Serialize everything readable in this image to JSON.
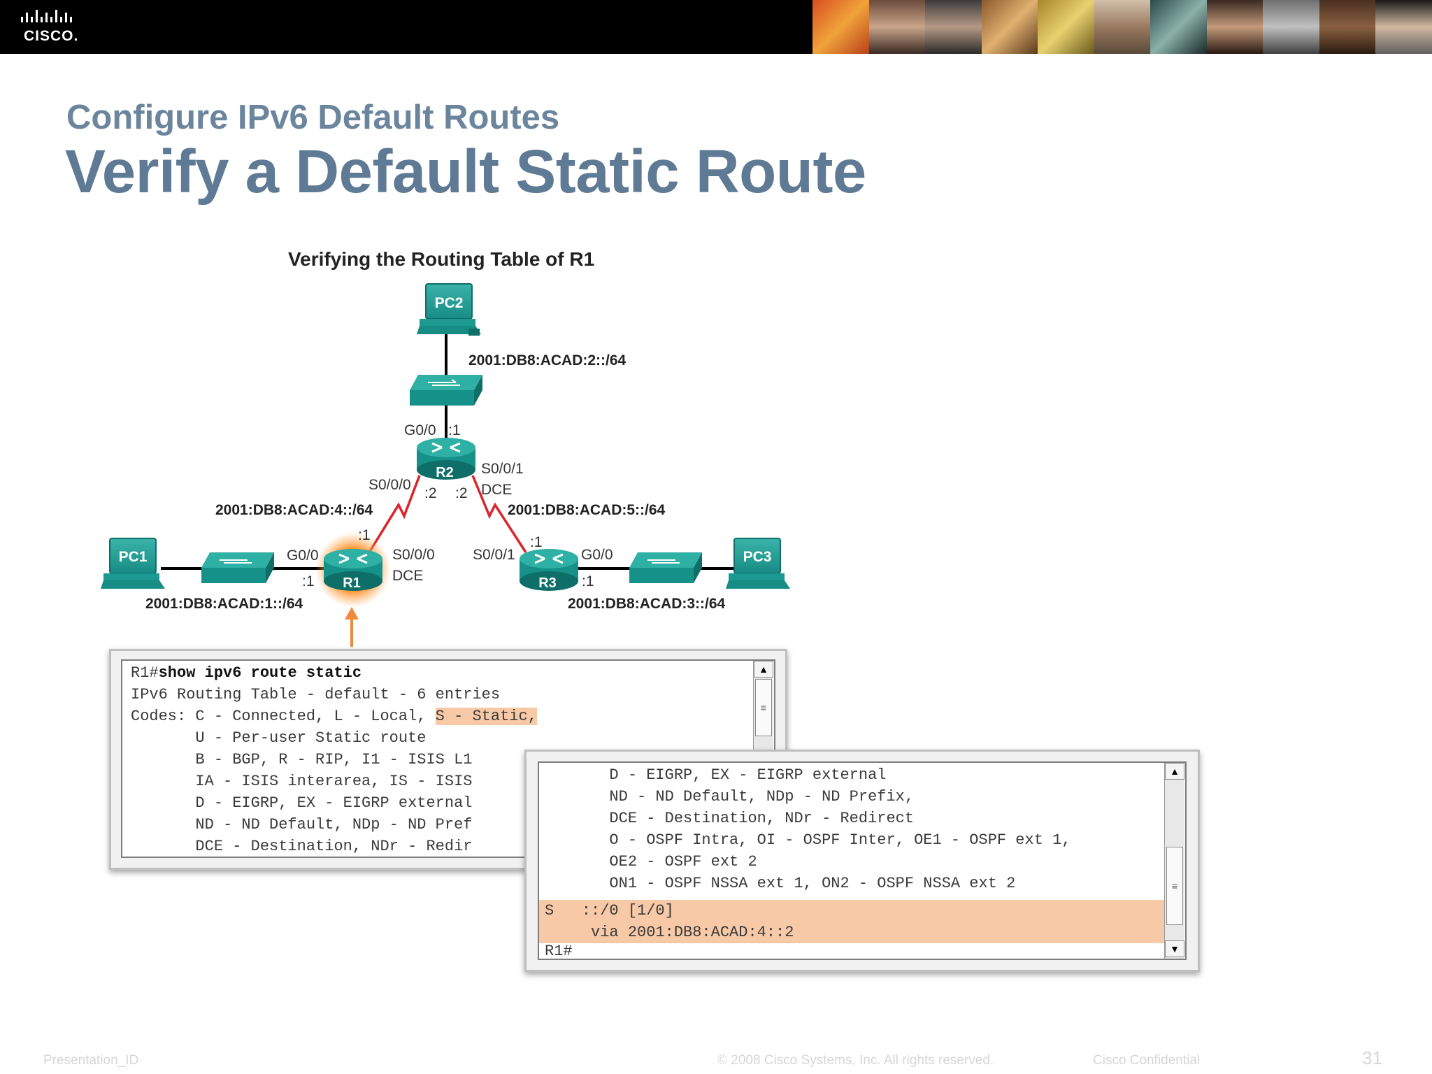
{
  "header": {
    "logo_text": "CISCO."
  },
  "slide": {
    "subtitle": "Configure IPv6 Default Routes",
    "title": "Verify a Default Static Route"
  },
  "figure": {
    "caption": "Verifying the Routing Table of R1",
    "devices": {
      "pc1": "PC1",
      "pc2": "PC2",
      "pc3": "PC3",
      "r1": "R1",
      "r2": "R2",
      "r3": "R3"
    },
    "networks": {
      "net1": "2001:DB8:ACAD:1::/64",
      "net2": "2001:DB8:ACAD:2::/64",
      "net3": "2001:DB8:ACAD:3::/64",
      "net4": "2001:DB8:ACAD:4::/64",
      "net5": "2001:DB8:ACAD:5::/64"
    },
    "interfaces": {
      "r2_g00": "G0/0",
      "r2_g00_host": ":1",
      "r2_s000": "S0/0/0",
      "r2_s000_host": ":2",
      "r2_s001": "S0/0/1",
      "r2_s001_host": ":2",
      "r2_dce": "DCE",
      "r1_g00": "G0/0",
      "r1_g00_host": ":1",
      "r1_s000": "S0/0/0",
      "r1_s000_host": ":1",
      "r1_dce": "DCE",
      "r3_s001": "S0/0/1",
      "r3_s001_host": ":1",
      "r3_g00": "G0/0",
      "r3_g00_host": ":1"
    }
  },
  "terminal1": {
    "prompt": "R1#",
    "command": "show ipv6 route static",
    "lines": [
      "IPv6 Routing Table - default - 6 entries",
      "Codes: C - Connected, L - Local, ",
      "       U - Per-user Static route",
      "       B - BGP, R - RIP, I1 - ISIS L1",
      "       IA - ISIS interarea, IS - ISIS",
      "       D - EIGRP, EX - EIGRP external",
      "       ND - ND Default, NDp - ND Pref",
      "       DCE - Destination, NDr - Redir"
    ],
    "highlight": "S - Static,"
  },
  "terminal2": {
    "lines": [
      "       D - EIGRP, EX - EIGRP external",
      "       ND - ND Default, NDp - ND Prefix,",
      "       DCE - Destination, NDr - Redirect",
      "       O - OSPF Intra, OI - OSPF Inter, OE1 - OSPF ext 1,",
      "       OE2 - OSPF ext 2",
      "       ON1 - OSPF NSSA ext 1, ON2 - OSPF NSSA ext 2"
    ],
    "route_line1": "S   ::/0 [1/0]",
    "route_line2": "     via 2001:DB8:ACAD:4::2",
    "prompt_end": "R1#"
  },
  "footer": {
    "left": "Presentation_ID",
    "mid": "© 2008 Cisco Systems, Inc. All rights reserved.",
    "right": "Cisco Confidential",
    "page": "31"
  },
  "colors": {
    "title": "#5e7a95",
    "device": "#15918a",
    "serial_link": "#d9252b",
    "arrow": "#f08a3c",
    "highlight": "#f8c9a6"
  }
}
